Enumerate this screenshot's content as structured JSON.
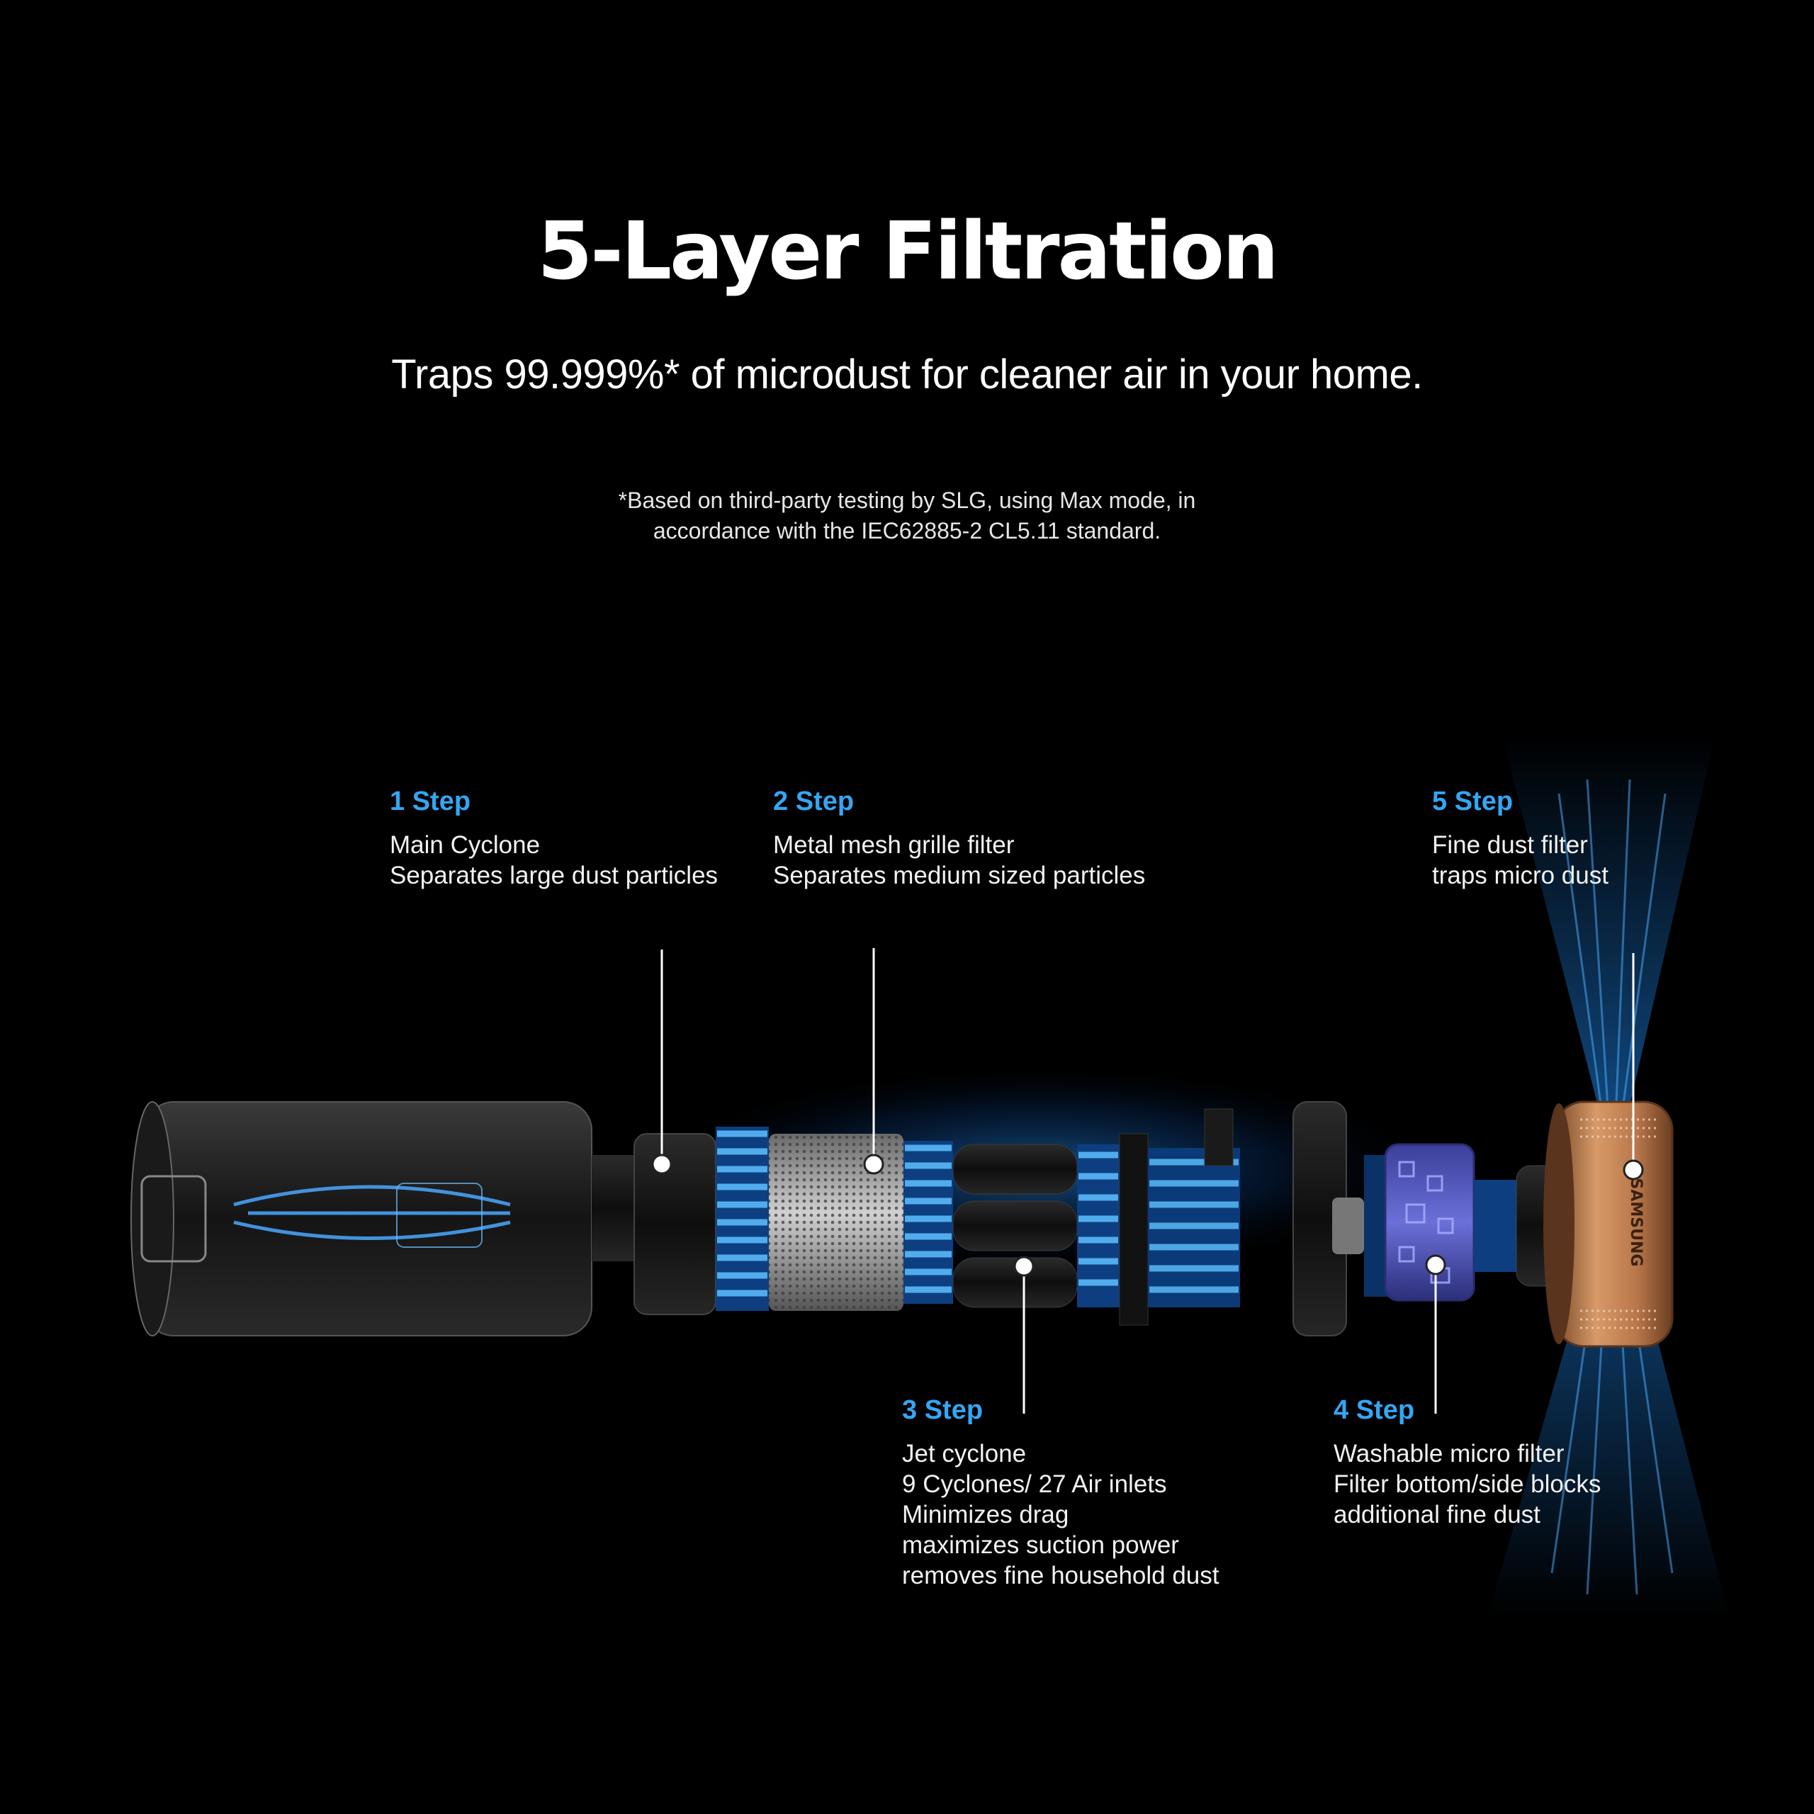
{
  "header": {
    "title": "5-Layer Filtration",
    "subtitle": "Traps 99.999%* of microdust for cleaner air in your home.",
    "footnote_line1": "*Based on third-party testing by SLG, using Max mode, in",
    "footnote_line2": "accordance with the IEC62885-2 CL5.11 standard."
  },
  "steps": [
    {
      "title": "1 Step",
      "lines": [
        "Main Cyclone",
        "Separates large dust particles"
      ]
    },
    {
      "title": "2 Step",
      "lines": [
        "Metal mesh grille filter",
        "Separates medium sized particles"
      ]
    },
    {
      "title": "3 Step",
      "lines": [
        "Jet cyclone",
        "9 Cyclones/ 27 Air inlets",
        "Minimizes drag",
        "maximizes suction power",
        "removes fine household dust"
      ]
    },
    {
      "title": "4 Step",
      "lines": [
        "Washable micro filter",
        "Filter bottom/side blocks",
        "additional fine dust"
      ]
    },
    {
      "title": "5 Step",
      "lines": [
        "Fine dust filter",
        "traps micro dust"
      ]
    }
  ],
  "product": {
    "brand_logo": "SAMSUNG"
  },
  "colors": {
    "background": "#000000",
    "step_title": "#34a6f4",
    "airflow_blue": "#1e8cff",
    "copper": "#c98a5c",
    "filter_purple": "#5a5fc4"
  }
}
